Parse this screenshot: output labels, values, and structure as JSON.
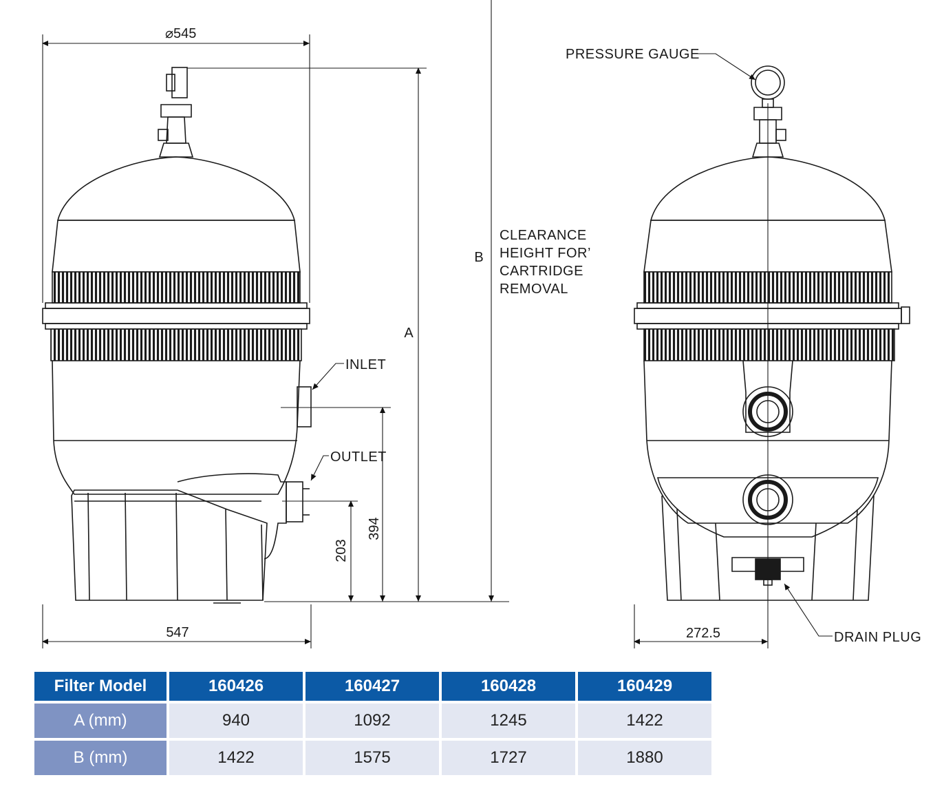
{
  "dimensions": {
    "diameter": "⌀545",
    "height_a_label": "A",
    "height_b_label": "B",
    "inlet_height": "394",
    "outlet_height": "203",
    "base_width": "547",
    "half_width": "272.5"
  },
  "callouts": {
    "clearance": [
      "CLEARANCE",
      "HEIGHT FOR’",
      "CARTRIDGE",
      "REMOVAL"
    ],
    "inlet": "INLET",
    "outlet": "OUTLET",
    "pressure_gauge": "PRESSURE GAUGE",
    "drain_plug": "DRAIN PLUG"
  },
  "table": {
    "header": [
      "Filter Model",
      "160426",
      "160427",
      "160428",
      "160429"
    ],
    "rows": [
      {
        "label": "A (mm)",
        "values": [
          "940",
          "1092",
          "1245",
          "1422"
        ]
      },
      {
        "label": "B (mm)",
        "values": [
          "1422",
          "1575",
          "1727",
          "1880"
        ]
      }
    ]
  },
  "colors": {
    "header_bg": "#0c5aa6",
    "row_label_bg": "#7f93c3",
    "cell_bg": "#e3e7f2"
  }
}
